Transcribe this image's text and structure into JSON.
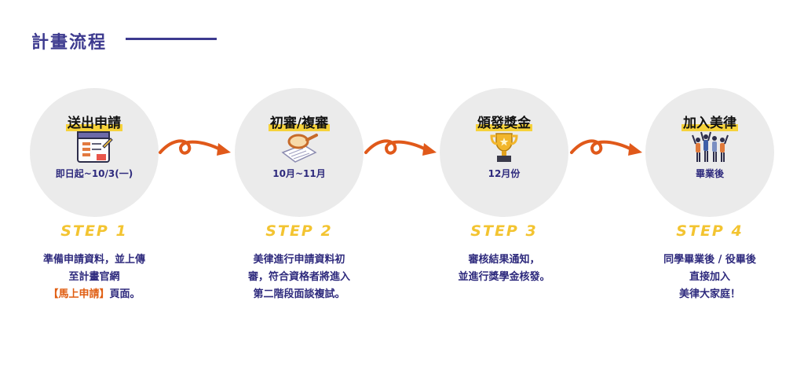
{
  "header": {
    "title": "計畫流程"
  },
  "steps": [
    {
      "name": "送出申請",
      "sub": "即日起~10/3(一)",
      "label": "STEP 1",
      "desc_lines": [
        "準備申請資料，並上傳",
        "至計畫官網"
      ],
      "desc_highlight": "【馬上申請】",
      "desc_tail": "頁面。",
      "icon": "application-form-icon"
    },
    {
      "name": "初審/複審",
      "sub": "10月~11月",
      "label": "STEP 2",
      "desc_lines": [
        "美律進行申請資料初",
        "審，符合資格者將進入",
        "第二階段面談複試。"
      ],
      "icon": "magnifier-document-icon"
    },
    {
      "name": "頒發獎金",
      "sub": "12月份",
      "label": "STEP 3",
      "desc_lines": [
        "審核結果通知，",
        "並進行獎學金核發。"
      ],
      "icon": "trophy-icon"
    },
    {
      "name": "加入美律",
      "sub": "畢業後",
      "label": "STEP 4",
      "desc_lines": [
        "同學畢業後 / 役畢後",
        "直接加入",
        "美律大家庭！"
      ],
      "icon": "celebrating-people-icon"
    }
  ],
  "colors": {
    "title": "#3d3a8f",
    "accent_yellow": "#f3c431",
    "arrow": "#e0591a",
    "circle": "#ebebeb",
    "text_blue": "#2e2a7d",
    "highlight_orange": "#e05e12"
  }
}
